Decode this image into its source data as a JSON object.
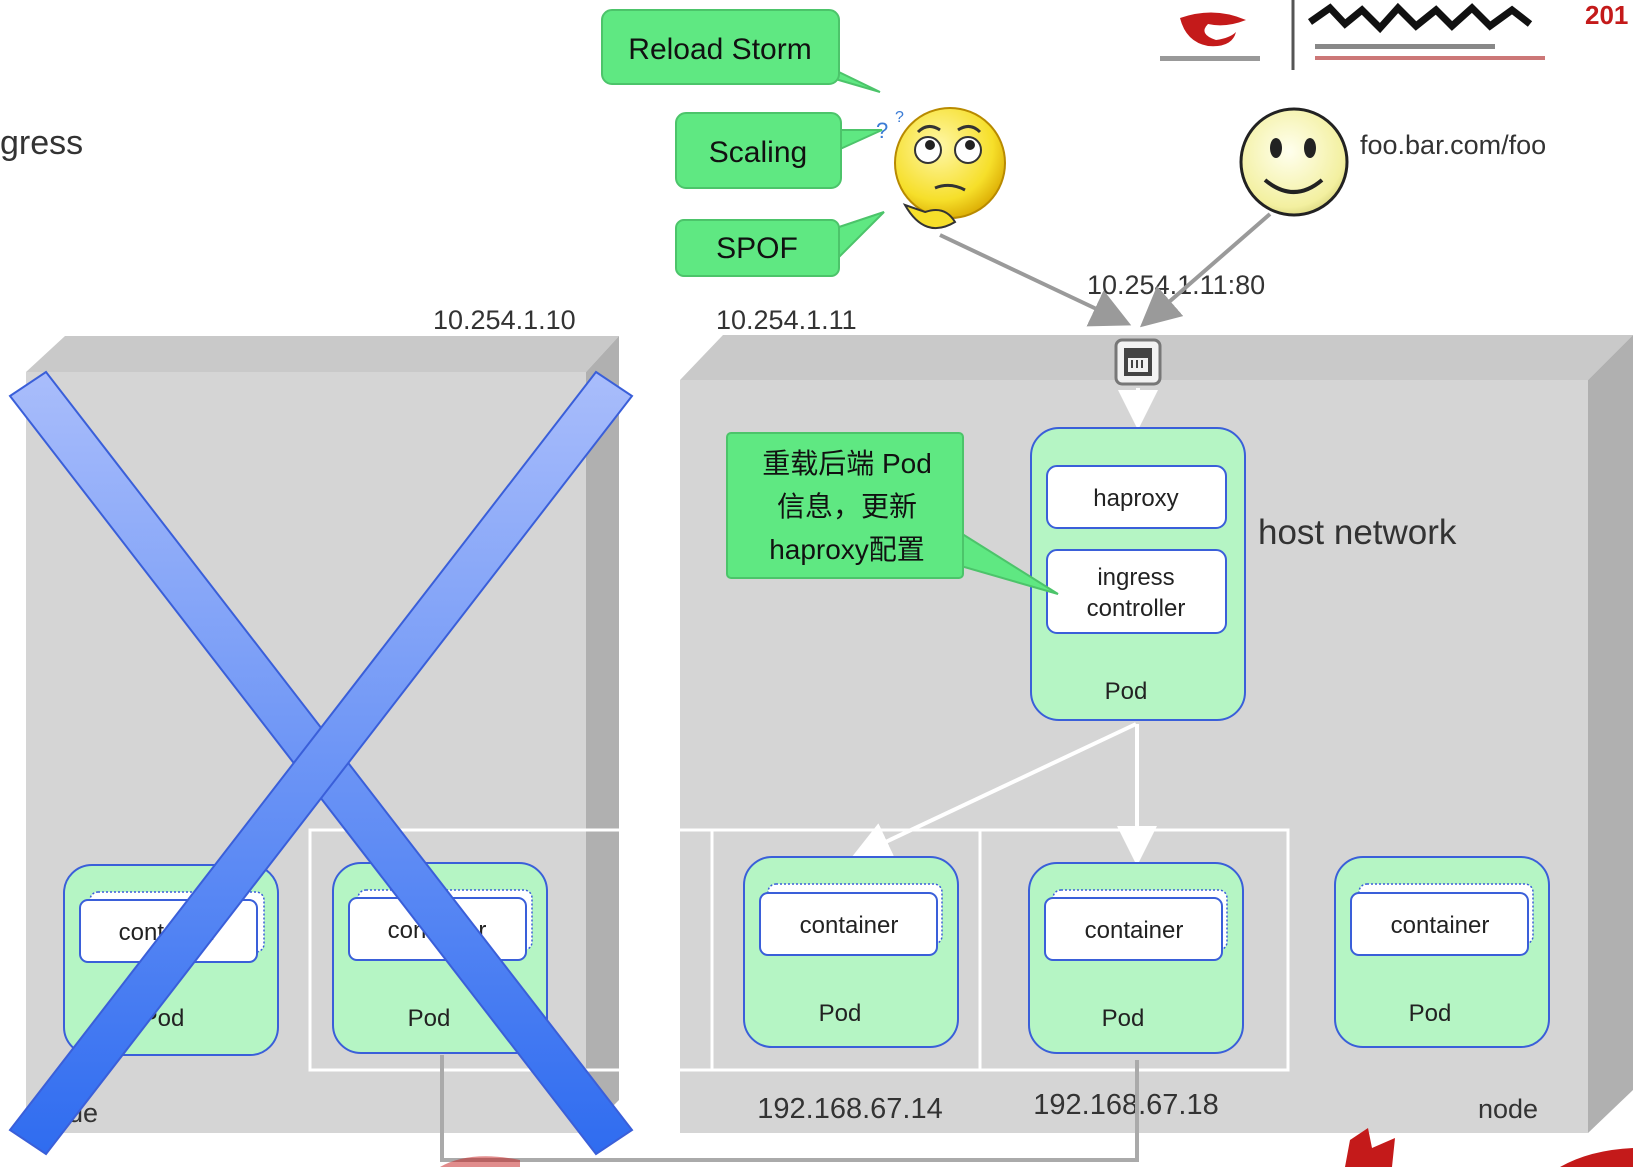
{
  "title_fragment": "gress",
  "callouts": {
    "reload_storm": "Reload Storm",
    "scaling": "Scaling",
    "spof": "SPOF",
    "reload_info": [
      "重载后端 Pod",
      "信息，更新",
      "haproxy配置"
    ]
  },
  "user_url": "foo.bar.com/foo",
  "ingress_endpoint": "10.254.1.11:80",
  "left_node": {
    "ip": "10.254.1.10",
    "label": "node"
  },
  "right_node": {
    "ip": "10.254.1.11",
    "label": "node",
    "host_network_label": "host network"
  },
  "controller_pod": {
    "haproxy": "haproxy",
    "controller": [
      "ingress",
      "controller"
    ],
    "label": "Pod"
  },
  "pods": [
    {
      "container": "container",
      "label": "Pod"
    },
    {
      "container": "container",
      "label": "Pod"
    },
    {
      "container": "container",
      "label": "Pod"
    },
    {
      "container": "container",
      "label": "Pod"
    },
    {
      "container": "container",
      "label": "Pod"
    }
  ],
  "pod_ips": [
    "192.168.67.14",
    "192.168.67.18"
  ],
  "colors": {
    "node_face": "#d5d5d5",
    "node_top": "#c6c6c6",
    "node_side": "#b0b0b0",
    "pod_fill": "#b5f5c4",
    "pod_stroke": "#3a5fd9",
    "callout_fill": "#5fe882",
    "cross": "#5b84f5"
  }
}
